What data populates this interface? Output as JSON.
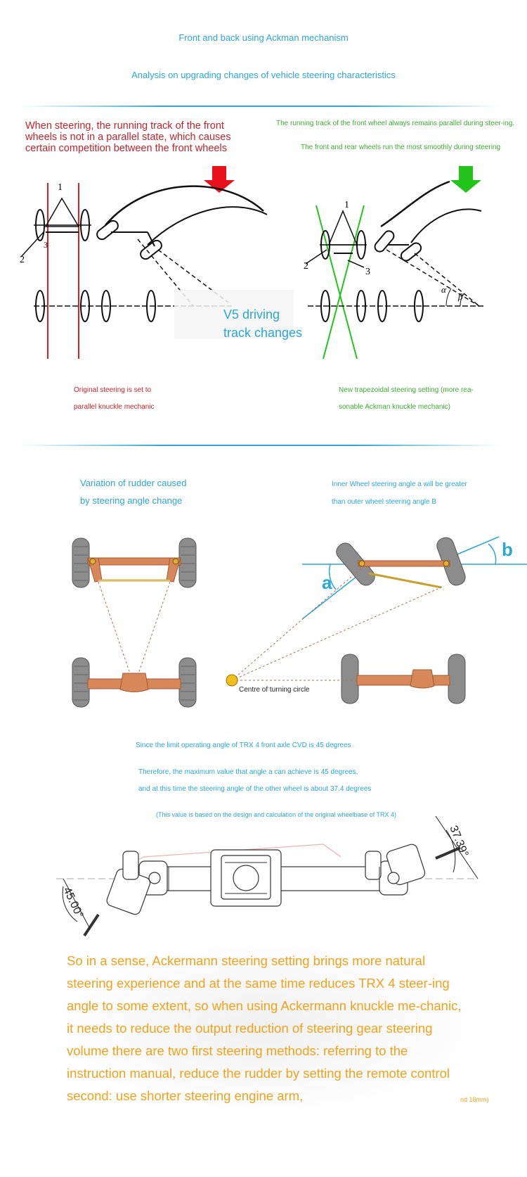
{
  "header": {
    "title": "Front and back using Ackman mechanism",
    "subtitle": "Analysis on upgrading changes of vehicle steering characteristics"
  },
  "section1": {
    "left_note": "When steering, the running track of the front wheels is not in a parallel state, which causes certain competition between the front wheels",
    "right_note_1": "The running track of the front wheel always remains parallel during steer-ing.",
    "right_note_2": "The front and rear wheels run the most smoothly during steering",
    "diagram_left": {
      "label_1": "1",
      "label_2": "2",
      "label_3": "3"
    },
    "diagram_right": {
      "label_1": "1",
      "label_2": "2",
      "label_3": "3",
      "alpha": "α",
      "beta": "β"
    },
    "overlay_text_line1": "V5 driving",
    "overlay_text_line2": "track changes",
    "caption_left_line1": "Original steering is set to",
    "caption_left_line2": "parallel knuckle mechanic",
    "caption_right_line1": "New trapezoidal steering setting (more rea-",
    "caption_right_line2": "sonable Ackman knuckle mechanic)",
    "arrow_left_color": "#e8121c",
    "arrow_right_color": "#22c41c"
  },
  "section2": {
    "left_title_line1": "Variation of rudder caused",
    "left_title_line2": "by steering angle change",
    "right_title_line1": "Inner Wheel steering angle a will be greater",
    "right_title_line2": "than outer wheel steering angle B",
    "angle_a": "a",
    "angle_b": "b",
    "turning_center_label": "Centre of turning circle",
    "axle_color": "#d8875a"
  },
  "notes": {
    "line1": "Since the limit operating angle of TRX 4 front axle CVD is 45 degrees",
    "line2": "Therefore, the maximum value that angle a can achieve is 45 degrees,",
    "line3": "and at this time the steering angle of the other wheel is about 37.4 degrees",
    "line4": "(This value is based on the design and calculation of the original wheelbase of TRX 4)"
  },
  "axle_drawing": {
    "angle_left": "45.00°",
    "angle_right": "37.39°"
  },
  "conclusion": {
    "text": "So in a sense, Ackermann steering setting brings more natural steering experience and at the same time reduces TRX 4 steer-ing angle to some extent, so when using Ackermann knuckle me-chanic, it needs to reduce the output reduction of steering gear steering volume there are two first steering methods: referring to the instruction manual, reduce the rudder by setting the remote control second: use shorter steering engine arm,",
    "tail": "nd 18mm)"
  }
}
